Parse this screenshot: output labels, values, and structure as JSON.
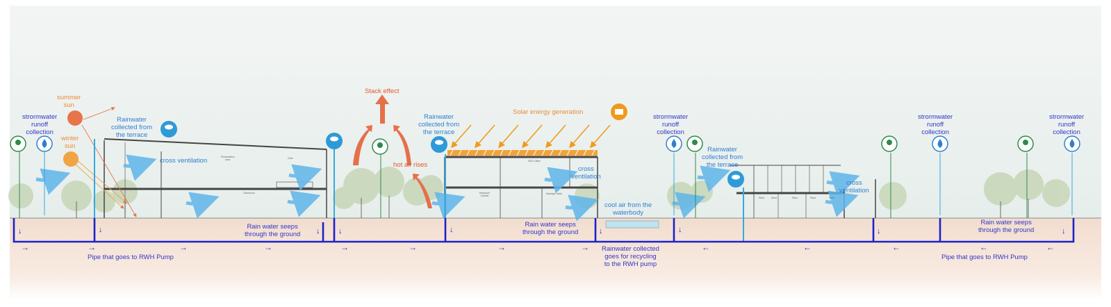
{
  "diagram": {
    "labels": {
      "summer_sun": "summer\nsun",
      "winter_sun": "winter\nsun",
      "stack_effect": "Stack effect",
      "solar_energy": "Solar energy generation",
      "hot_air_rises": "hot air rises",
      "cross_vent_1": "cross ventilation",
      "cross_vent_2": "cross\nventilation",
      "cross_vent_3": "cross\nventilation",
      "cool_air": "cool air from the\nwaterbody",
      "rain_terrace_1": "Rainwater\ncollected from\nthe terrace",
      "rain_terrace_2": "Rainwater\ncollected from\nthe terrace",
      "rain_terrace_3": "Rainwater\ncollected from\nthe terrace",
      "storm_1": "strormwater\nrunoff\ncollection",
      "storm_2": "strormwater\nrunoff\ncollection",
      "storm_3": "strormwater\nrunoff\ncollection",
      "storm_4": "strormwater\nrunoff\ncollection",
      "seep_1": "Rain water seeps\nthrough the ground",
      "seep_2": "Rain water seeps\nthrough the ground",
      "seep_3": "Rain water seeps\nthrough the ground",
      "pipe_1": "Pipe that goes to RWH Pump",
      "pipe_2": "Pipe that goes to RWH Pump",
      "recycle": "Rainwater collected\ngoes for recycling\nto the RWH pump"
    },
    "room_labels": {
      "presentation": "Presentation\narea",
      "cafe": "Cafe",
      "classroom": "Classroom",
      "ngo_office": "NGO Office",
      "research": "Research\nCubicle",
      "manager": "Manager cabin",
      "store_1": "Store",
      "store_2": "Store",
      "store_3": "Store",
      "store_4": "Store",
      "store_5": "Store"
    },
    "colors": {
      "pipe": "#1d22c8",
      "rain": "#36a8e0",
      "air": "#5fb5ea",
      "hot_air": "#e5704a",
      "sun_summer": "#e8744a",
      "sun_winter": "#f0a444",
      "solar": "#f09a1c",
      "green_icon": "#2f8a4a",
      "ground": "#f6e3d6"
    },
    "icons": [
      "tree-icon",
      "water-drop-icon",
      "rain-cloud-icon",
      "solar-panel-icon"
    ]
  }
}
